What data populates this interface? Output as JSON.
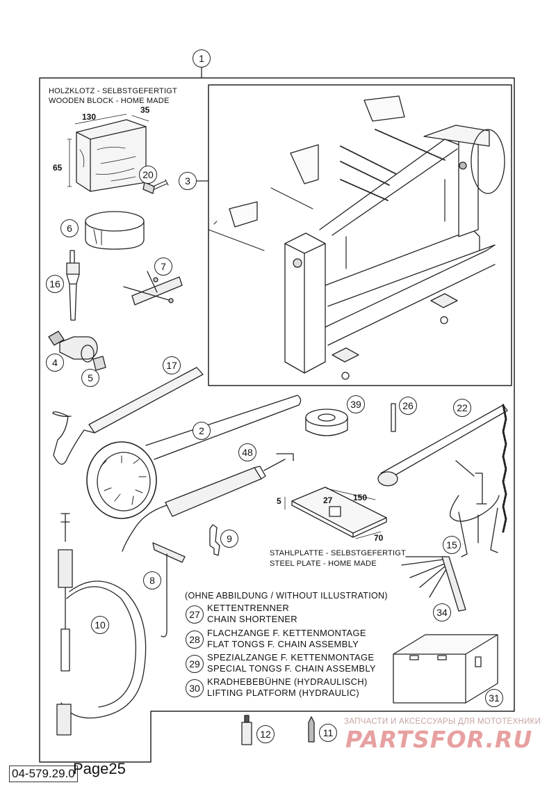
{
  "header_callout": "1",
  "wooden_block": {
    "title_de": "HOLZKLOTZ - SELBSTGEFERTIGT",
    "title_en": "WOODEN BLOCK - HOME MADE",
    "dim_length": "130",
    "dim_width": "35",
    "dim_height": "65"
  },
  "steel_plate": {
    "title_de": "STAHLPLATTE - SELBSTGEFERTIGT",
    "title_en": "STEEL PLATE - HOME MADE",
    "dim_thickness": "5",
    "dim_hole": "27",
    "dim_length": "150",
    "dim_width": "70"
  },
  "callouts": {
    "c1": "1",
    "c2": "2",
    "c3": "3",
    "c4": "4",
    "c5": "5",
    "c6": "6",
    "c7": "7",
    "c8": "8",
    "c9": "9",
    "c10": "10",
    "c11": "11",
    "c12": "12",
    "c15": "15",
    "c16": "16",
    "c17": "17",
    "c20": "20",
    "c22": "22",
    "c26": "26",
    "c31": "31",
    "c34": "34",
    "c39": "39",
    "c48": "48"
  },
  "without_illustration": {
    "heading": "(OHNE ABBILDUNG / WITHOUT ILLUSTRATION)",
    "items": [
      {
        "num": "27",
        "de": "KETTENTRENNER",
        "en": "CHAIN SHORTENER"
      },
      {
        "num": "28",
        "de": "FLACHZANGE F. KETTENMONTAGE",
        "en": "FLAT TONGS F. CHAIN ASSEMBLY"
      },
      {
        "num": "29",
        "de": "SPEZIALZANGE F. KETTENMONTAGE",
        "en": "SPECIAL TONGS F. CHAIN ASSEMBLY"
      },
      {
        "num": "30",
        "de": "KRADHEBEBÜHNE (HYDRAULISCH)",
        "en": "LIFTING PLATFORM (HYDRAULIC)"
      }
    ]
  },
  "watermark": {
    "line1": "ЗАПЧАСТИ И АКСЕССУАРЫ ДЛЯ МОТОТЕХНИКИ",
    "line2": "PARTSFOR.RU"
  },
  "footer": {
    "part_number": "04-579.29.0",
    "page_label": "Page25"
  }
}
